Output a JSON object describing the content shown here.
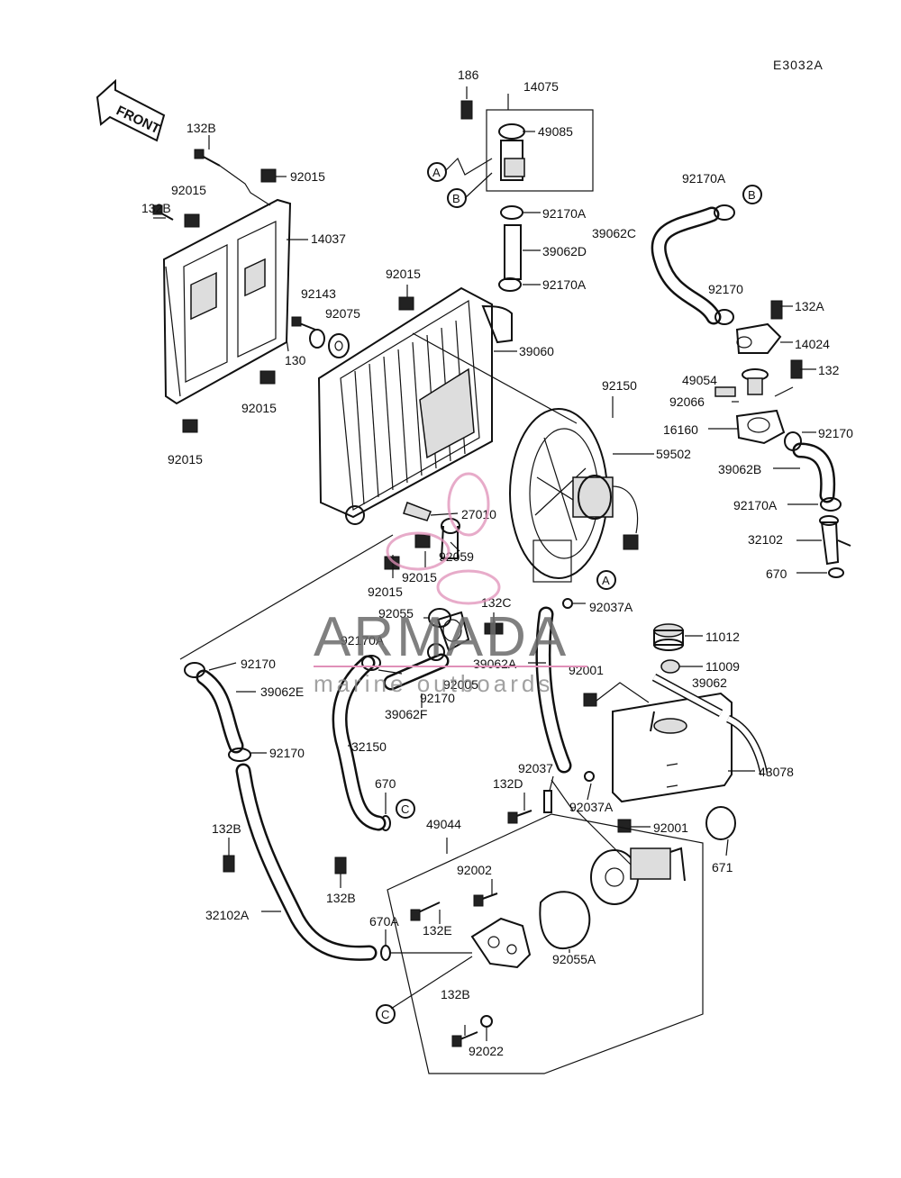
{
  "diagram_code": "E3032A",
  "front_arrow_label": "FRONT",
  "watermark": {
    "brand": "ARMADA",
    "tagline": "marine outboards"
  },
  "callout_letters": {
    "a": "A",
    "b": "B",
    "c": "C"
  },
  "parts": {
    "p186": "186",
    "p14075": "14075",
    "p49085": "49085",
    "p132b_top": "132B",
    "p92015_a": "92015",
    "p92015_b": "92015",
    "p132b_b": "132B",
    "p14037": "14037",
    "p92170a_a": "92170A",
    "p39062c": "39062C",
    "p92170a_b": "92170A",
    "p39062d": "39062D",
    "p92170a_c": "92170A",
    "p92015_c": "92015",
    "p92170_a": "92170",
    "p132a": "132A",
    "p92143": "92143",
    "p92075": "92075",
    "p14024": "14024",
    "p130": "130",
    "p39060": "39060",
    "p49054": "49054",
    "p132": "132",
    "p92015_d": "92015",
    "p92150": "92150",
    "p92066": "92066",
    "p16160": "16160",
    "p92170_b": "92170",
    "p92015_e": "92015",
    "p59502": "59502",
    "p39062b": "39062B",
    "p27010": "27010",
    "p92170a_d": "92170A",
    "p92059": "92059",
    "p32102": "32102",
    "p92015_f": "92015",
    "p92015_g": "92015",
    "p670_a": "670",
    "p132c": "132C",
    "p92055": "92055",
    "p92037a_a": "92037A",
    "p92170a_e": "92170A",
    "p11012": "11012",
    "p39062a": "39062A",
    "p92001_a": "92001",
    "p11009": "11009",
    "p92170_c": "92170",
    "p92005": "92005",
    "p39062": "39062",
    "p39062e": "39062E",
    "p92170_d": "92170",
    "p39062f": "39062F",
    "p92170_e": "92170",
    "p32150": "32150",
    "p92037": "92037",
    "p43078": "43078",
    "p670_b": "670",
    "p132d": "132D",
    "p92037a_b": "92037A",
    "p49044": "49044",
    "p92001_b": "92001",
    "p132b_c": "132B",
    "p671": "671",
    "p92002": "92002",
    "p132b_d": "132B",
    "p32102a": "32102A",
    "p670a": "670A",
    "p132e": "132E",
    "p92055a": "92055A",
    "p132b_e": "132B",
    "p92022": "92022"
  }
}
